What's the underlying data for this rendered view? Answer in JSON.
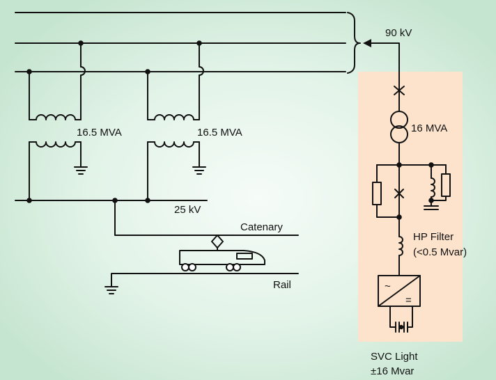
{
  "labels": {
    "hv_bus_voltage": "90 kV",
    "transformer_left": "16.5 MVA",
    "transformer_right": "16.5 MVA",
    "svc_transformer": "16 MVA",
    "mv_bus_voltage": "25 kV",
    "catenary": "Catenary",
    "rail": "Rail",
    "filter_name": "HP Filter",
    "filter_rating": "(<0.5 Mvar)",
    "svc_name": "SVC Light",
    "svc_rating": "±16 Mvar",
    "converter_ac_symbol": "~",
    "converter_dc_symbol": "="
  },
  "colors": {
    "background_edge": "#c8e6d2",
    "background_center": "#f4fbf6",
    "svc_panel": "#fde3cc",
    "line": "#111111"
  }
}
